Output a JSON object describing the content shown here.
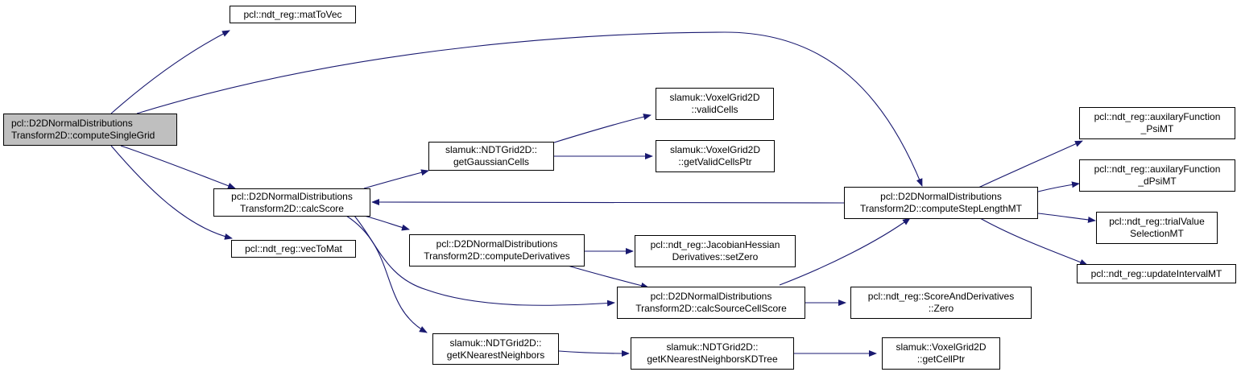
{
  "colors": {
    "edge": "#191970",
    "root_fill": "#bfbfbf",
    "node_fill": "#ffffff",
    "border": "#000000"
  },
  "nodes": {
    "computeSingleGrid": [
      "pcl::D2DNormalDistributions",
      "Transform2D::computeSingleGrid"
    ],
    "matToVec": [
      "pcl::ndt_reg::matToVec"
    ],
    "calcScore": [
      "pcl::D2DNormalDistributions",
      "Transform2D::calcScore"
    ],
    "vecToMat": [
      "pcl::ndt_reg::vecToMat"
    ],
    "getGaussianCells": [
      "slamuk::NDTGrid2D::",
      "getGaussianCells"
    ],
    "computeDerivatives": [
      "pcl::D2DNormalDistributions",
      "Transform2D::computeDerivatives"
    ],
    "getKNearestNeighbors": [
      "slamuk::NDTGrid2D::",
      "getKNearestNeighbors"
    ],
    "validCells": [
      "slamuk::VoxelGrid2D",
      "::validCells"
    ],
    "getValidCellsPtr": [
      "slamuk::VoxelGrid2D",
      "::getValidCellsPtr"
    ],
    "setZero": [
      "pcl::ndt_reg::JacobianHessian",
      "Derivatives::setZero"
    ],
    "calcSourceCellScore": [
      "pcl::D2DNormalDistributions",
      "Transform2D::calcSourceCellScore"
    ],
    "getKNearestNeighborsKDTree": [
      "slamuk::NDTGrid2D::",
      "getKNearestNeighborsKDTree"
    ],
    "computeStepLengthMT": [
      "pcl::D2DNormalDistributions",
      "Transform2D::computeStepLengthMT"
    ],
    "scoreZero": [
      "pcl::ndt_reg::ScoreAndDerivatives",
      "::Zero"
    ],
    "getCellPtr": [
      "slamuk::VoxelGrid2D",
      "::getCellPtr"
    ],
    "psiMT": [
      "pcl::ndt_reg::auxilaryFunction",
      "_PsiMT"
    ],
    "dPsiMT": [
      "pcl::ndt_reg::auxilaryFunction",
      "_dPsiMT"
    ],
    "trialValue": [
      "pcl::ndt_reg::trialValue",
      "SelectionMT"
    ],
    "updateInterval": [
      "pcl::ndt_reg::updateIntervalMT"
    ]
  }
}
